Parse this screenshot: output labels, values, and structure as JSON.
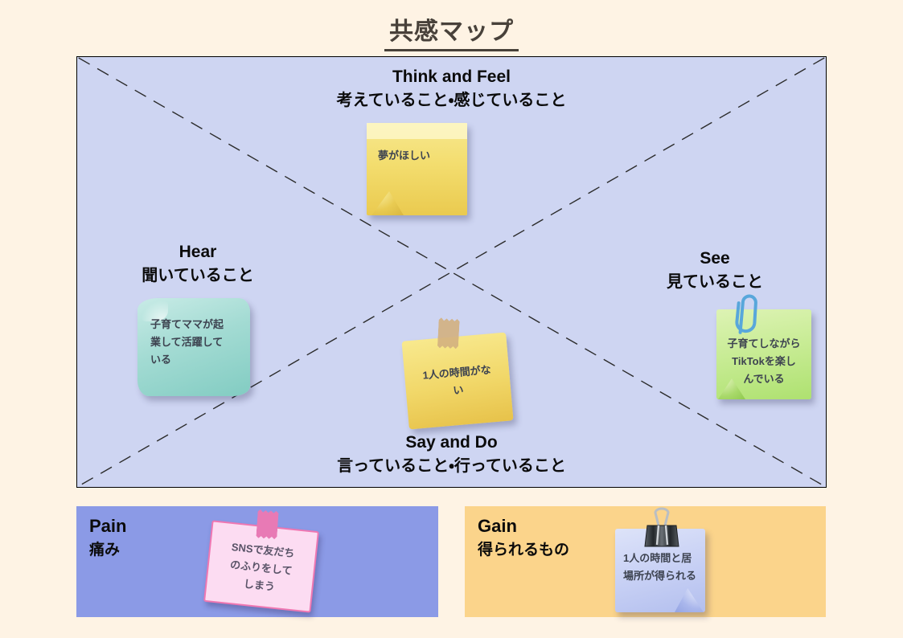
{
  "title": "共感マップ",
  "quadrants": {
    "think": {
      "en": "Think and Feel",
      "ja": "考えていること・感じていること"
    },
    "hear": {
      "en": "Hear",
      "ja": "聞いていること"
    },
    "see": {
      "en": "See",
      "ja": "見ていること"
    },
    "say": {
      "en": "Say and Do",
      "ja": "言っていること・行っていること"
    }
  },
  "sections": {
    "pain": {
      "en": "Pain",
      "ja": "痛み"
    },
    "gain": {
      "en": "Gain",
      "ja": "得られるもの"
    }
  },
  "notes": {
    "think": "夢がほしい",
    "hear": "子育てママが起\n業して活躍して\nいる",
    "see": "子育てしながら\nTikTokを楽し\nんでいる",
    "say": "1人の時間がな\nい",
    "pain": "SNSで友だち\nのふりをして\nしまう",
    "gain": "1人の時間と居\n場所が得られる"
  },
  "icons": {
    "paperclip": "paperclip-icon",
    "binder_clip": "binder-clip-icon",
    "tape_tan": "tape-icon",
    "tape_pink": "tape-icon"
  },
  "colors": {
    "page-bg": "#FEF3E4",
    "map-bg": "#CED5F2",
    "pain-bg": "#8B9AE6",
    "gain-bg": "#FBD48B",
    "note-yellow": "#F2DA66",
    "note-teal": "#A3DBD3",
    "note-green": "#C6EB92",
    "note-pink": "#FCDCF2",
    "note-pink-border": "#EF77B2",
    "note-lavender": "#C6CFF4",
    "paperclip-blue": "#58A7DB",
    "tape-pink": "#E87AB5",
    "tape-tan": "#D3B080"
  }
}
